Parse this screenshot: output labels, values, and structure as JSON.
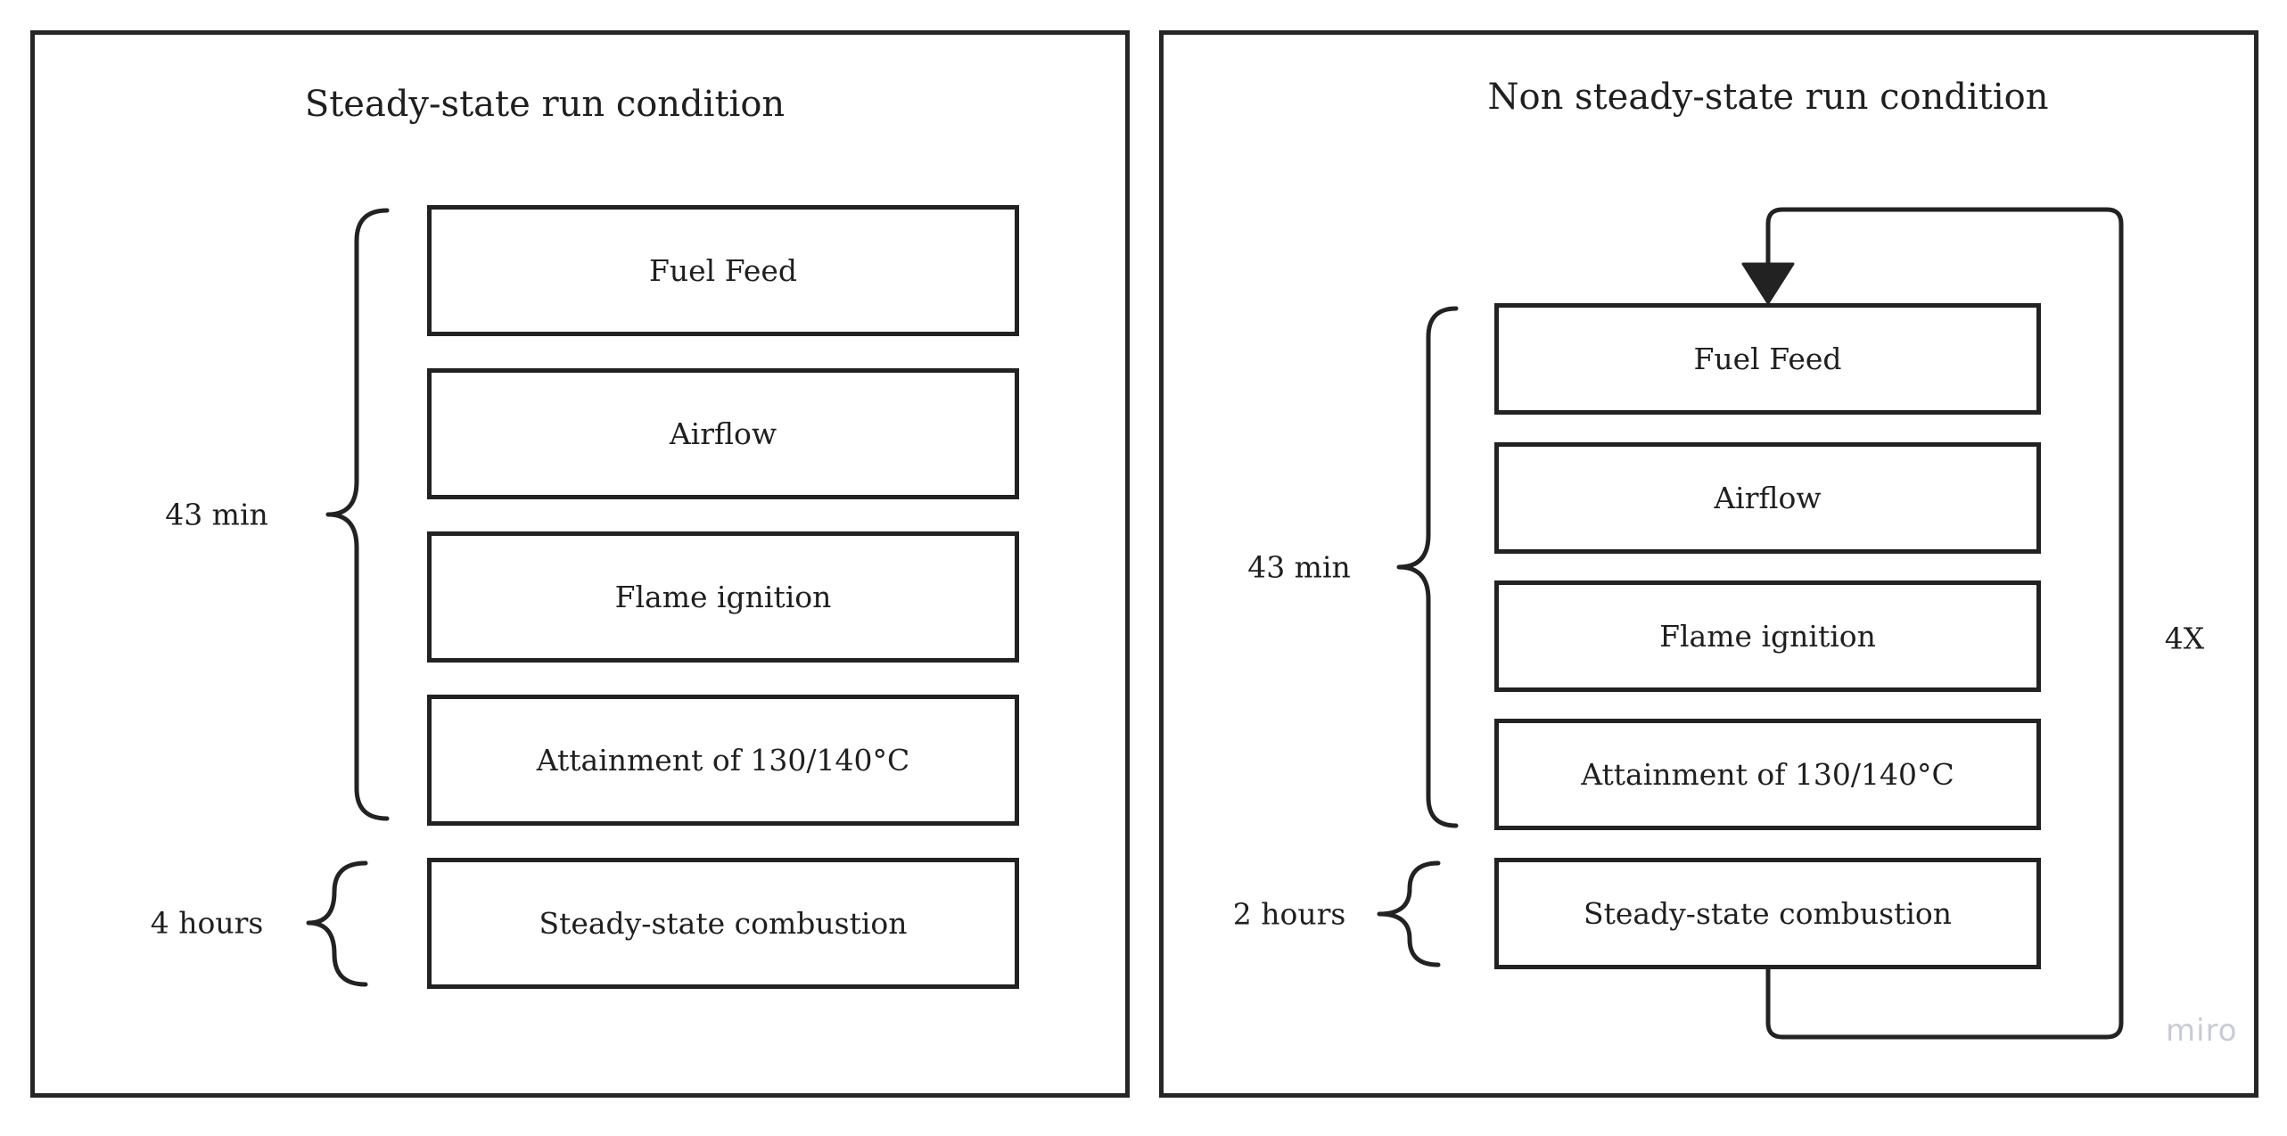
{
  "left_panel": {
    "title": "Steady-state run condition",
    "steps": [
      "Fuel Feed",
      "Airflow",
      "Flame ignition",
      "Attainment of 130/140°C",
      "Steady-state combustion"
    ],
    "durations": {
      "startup": "43 min",
      "combustion": "4 hours"
    }
  },
  "right_panel": {
    "title": "Non steady-state run condition",
    "steps": [
      "Fuel Feed",
      "Airflow",
      "Flame ignition",
      "Attainment of 130/140°C",
      "Steady-state combustion"
    ],
    "durations": {
      "startup": "43 min",
      "combustion": "2 hours"
    },
    "repeat_label": "4X"
  },
  "watermark": "miro"
}
